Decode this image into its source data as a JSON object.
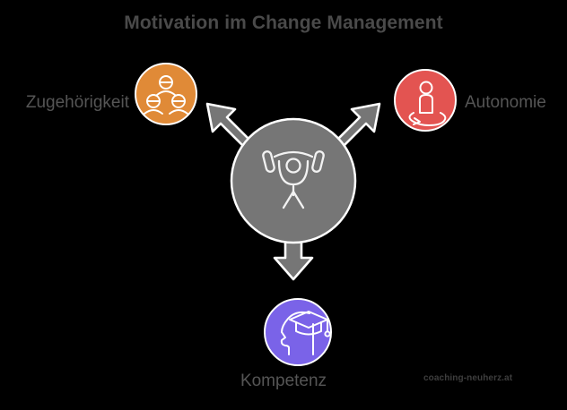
{
  "title": "Motivation im Change Management",
  "background_color": "#000000",
  "title_color": "#4a4a4a",
  "label_color": "#555555",
  "watermark": "coaching-neuherz.at",
  "watermark_color": "#3e3e3e",
  "center": {
    "name": "motivation",
    "icon": "person-lifting-barbell-icon",
    "color": "#767676",
    "icon_stroke": "#f2f2f2"
  },
  "arrows": {
    "color": "#767676",
    "outline": "#ffffff",
    "directions": [
      "up-left",
      "up-right",
      "down"
    ]
  },
  "nodes": [
    {
      "id": "zugehoerigkeit",
      "label": "Zugehörigkeit",
      "color": "#e08a37",
      "icon": "group-of-people-icon",
      "icon_stroke": "#ffffff",
      "label_position": "left"
    },
    {
      "id": "autonomie",
      "label": "Autonomie",
      "color": "#e35451",
      "icon": "person-with-rotation-arrow-icon",
      "icon_stroke": "#ffffff",
      "label_position": "right"
    },
    {
      "id": "kompetenz",
      "label": "Kompetenz",
      "color": "#7a63e8",
      "icon": "head-with-graduation-cap-icon",
      "icon_stroke": "#ffffff",
      "label_position": "below"
    }
  ]
}
